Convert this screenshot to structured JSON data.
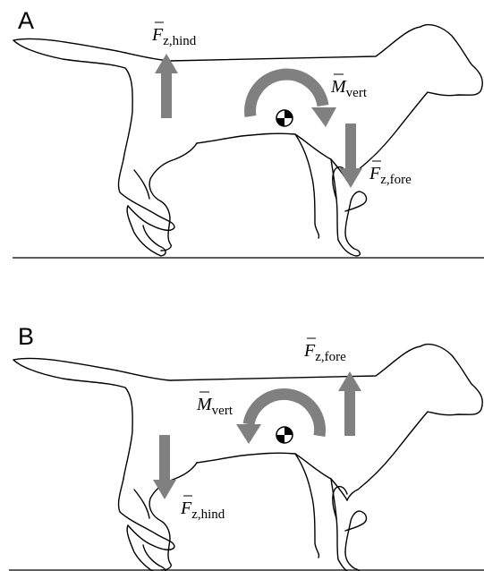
{
  "panels": [
    {
      "letter": "A",
      "hind_force": {
        "symbol": "F",
        "subscript": "z,hind",
        "direction": "up"
      },
      "fore_force": {
        "symbol": "F",
        "subscript": "z,fore",
        "direction": "down"
      },
      "moment": {
        "symbol": "M",
        "subscript": "vert",
        "rotation": "clockwise"
      }
    },
    {
      "letter": "B",
      "hind_force": {
        "symbol": "F",
        "subscript": "z,hind",
        "direction": "down"
      },
      "fore_force": {
        "symbol": "F",
        "subscript": "z,fore",
        "direction": "up"
      },
      "moment": {
        "symbol": "M",
        "subscript": "vert",
        "rotation": "counterclockwise"
      }
    }
  ],
  "icons": {
    "center_of_mass": "center-of-mass-icon",
    "force_arrow": "arrow-icon",
    "moment_arrow": "curved-arrow-icon"
  },
  "colors": {
    "arrows": "#808080",
    "outline": "#000000"
  }
}
